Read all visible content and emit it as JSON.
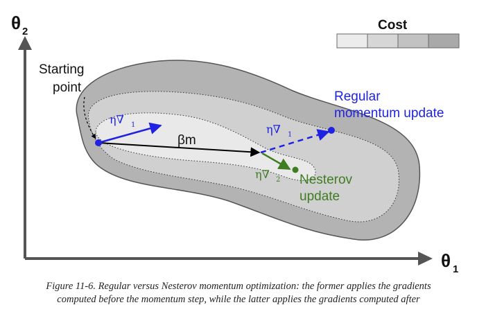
{
  "diagram": {
    "axis_y_label": "θ",
    "axis_y_sub": "2",
    "axis_x_label": "θ",
    "axis_x_sub": "1",
    "legend_title": "Cost",
    "legend_colors": [
      "#ececec",
      "#d6d6d6",
      "#c2c2c2",
      "#a9a9a9"
    ],
    "contour_colors": {
      "outer": "#b3b3b3",
      "middle": "#d0d0d0",
      "inner": "#e9e9e9"
    },
    "start_label_line1": "Starting",
    "start_label_line2": "point",
    "momentum_label": "βm",
    "grad_symbol": "η∇",
    "grad1_sub": "1",
    "grad2_sub": "2",
    "regular_line1": "Regular",
    "regular_line2": "momentum update",
    "nesterov_line1": "Nesterov",
    "nesterov_line2": "update",
    "colors": {
      "regular": "#1f22e0",
      "nesterov": "#3f7d22",
      "momentum": "#000000"
    }
  },
  "caption": {
    "line1": "Figure 11-6. Regular versus Nesterov momentum optimization: the former applies the gradients",
    "line2": "computed before the momentum step, while the latter applies the gradients computed after"
  }
}
